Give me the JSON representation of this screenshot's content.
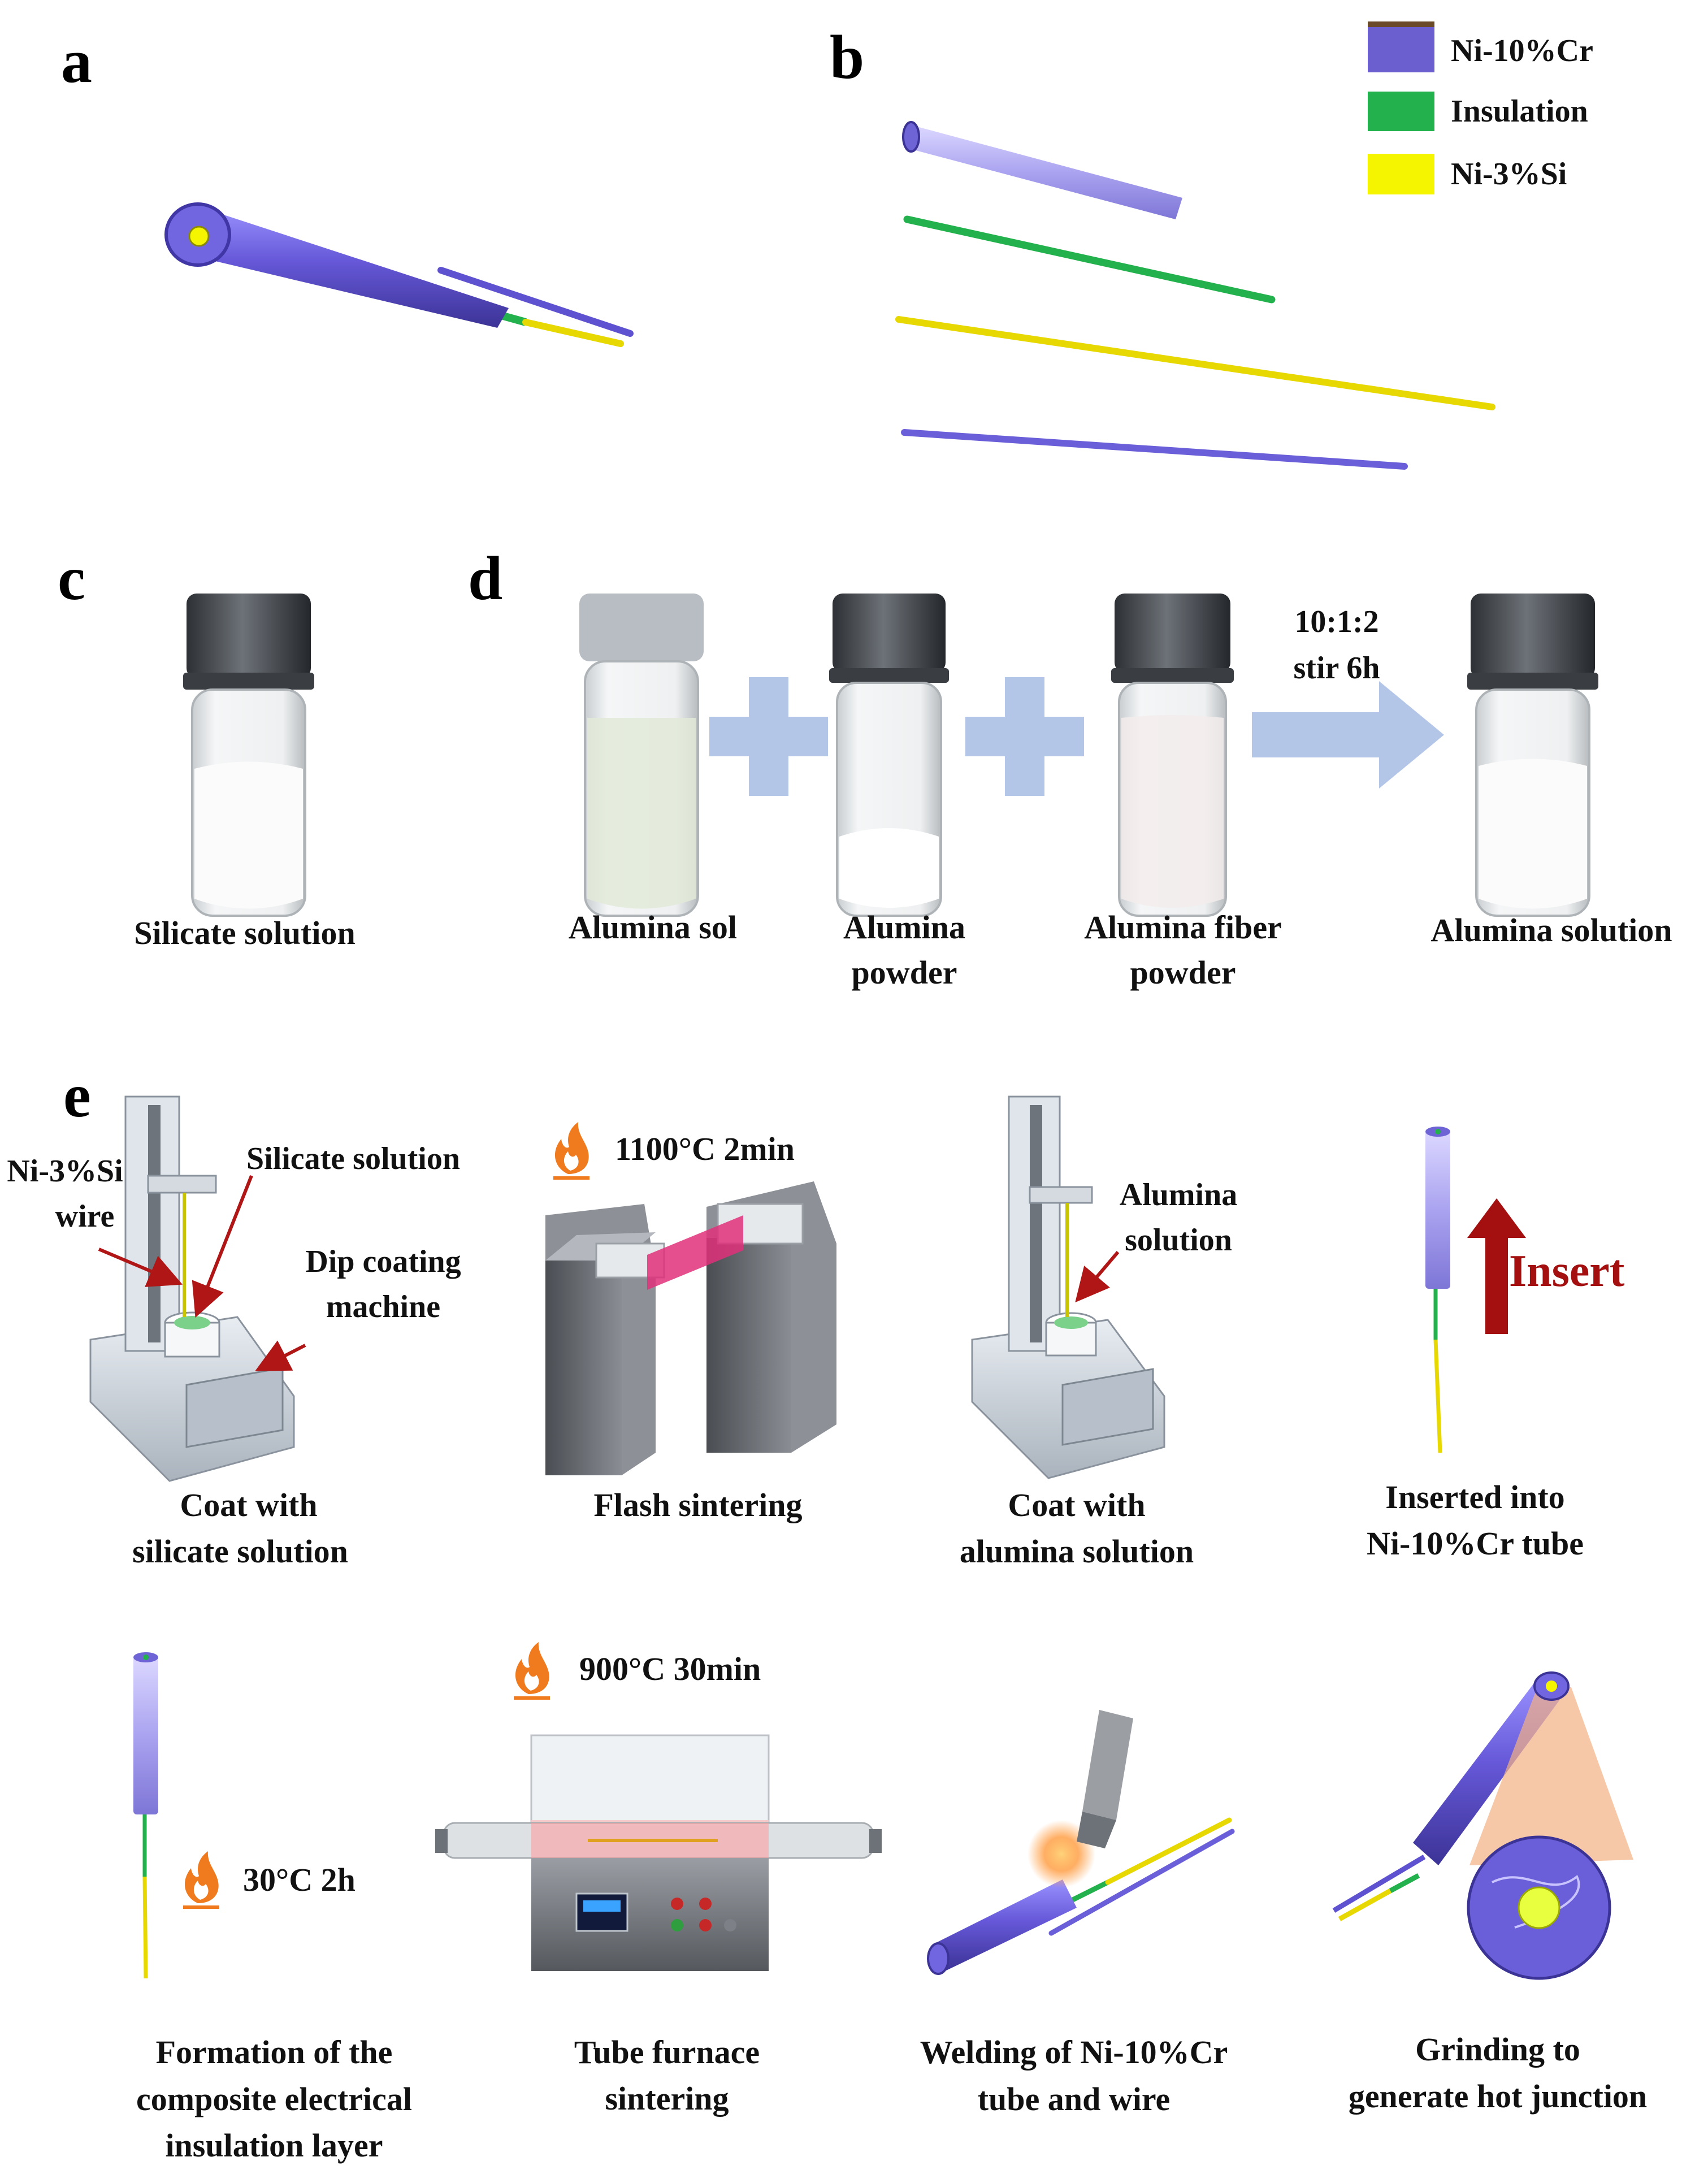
{
  "panels": {
    "a": "a",
    "b": "b",
    "c": "c",
    "d": "d",
    "e": "e"
  },
  "legend": {
    "items": [
      {
        "label": "Ni-10%Cr",
        "color": "#6b5fcf",
        "top_color": "#6b4a2a"
      },
      {
        "label": "Insulation",
        "color": "#22b14c"
      },
      {
        "label": "Ni-3%Si",
        "color": "#f5f500"
      }
    ]
  },
  "panel_c": {
    "caption": "Silicate solution"
  },
  "panel_d": {
    "captions": {
      "sol": "Alumina sol",
      "powder_1": "Alumina",
      "powder_2": "powder",
      "fiber_1": "Alumina fiber",
      "fiber_2": "powder",
      "solution": "Alumina solution"
    },
    "ratio": "10:1:2",
    "stir": "stir 6h"
  },
  "panel_e": {
    "step1": {
      "ni_wire_1": "Ni-3%Si",
      "ni_wire_2": "wire",
      "silicate": "Silicate solution",
      "machine_1": "Dip coating",
      "machine_2": "machine",
      "caption_1": "Coat with",
      "caption_2": "silicate solution"
    },
    "step2": {
      "temp": "1100°C 2min",
      "caption": "Flash sintering"
    },
    "step3": {
      "alumina_1": "Alumina",
      "alumina_2": "solution",
      "caption_1": "Coat with",
      "caption_2": "alumina solution"
    },
    "step4": {
      "insert": "Insert",
      "caption_1": "Inserted into",
      "caption_2": "Ni-10%Cr tube"
    },
    "step5": {
      "temp": "30°C 2h",
      "caption_1": "Formation of  the",
      "caption_2": "composite electrical",
      "caption_3": "insulation layer"
    },
    "step6": {
      "temp": "900°C 30min",
      "caption_1": "Tube furnace",
      "caption_2": "sintering"
    },
    "step7": {
      "caption_1": "Welding of Ni-10%Cr",
      "caption_2": "tube and wire"
    },
    "step8": {
      "caption_1": "Grinding to",
      "caption_2": "generate hot junction"
    }
  }
}
